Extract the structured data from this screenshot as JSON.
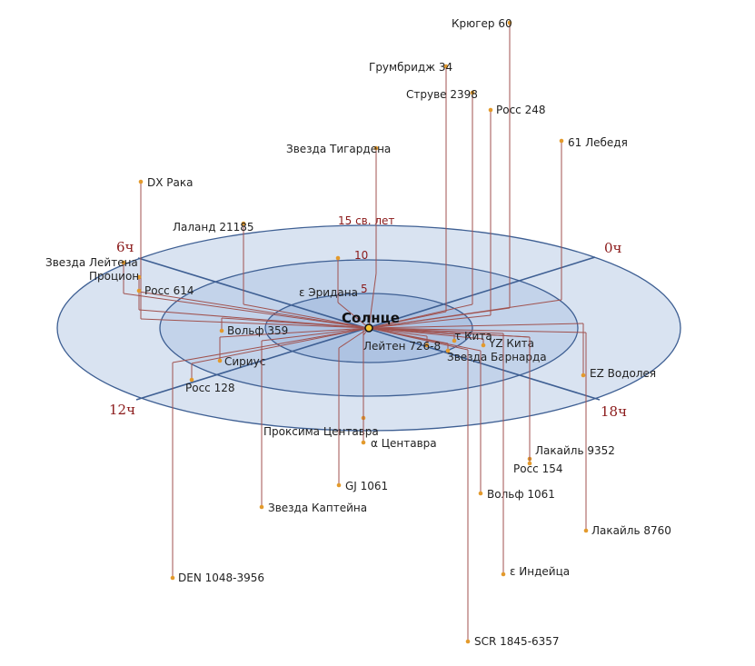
{
  "center_label": "Солнце",
  "ring_labels": [
    "5",
    "10",
    "15 св. лет"
  ],
  "hour_labels": [
    "0ч",
    "6ч",
    "12ч",
    "18ч"
  ],
  "stars": [
    {
      "name": "Крюгер 60"
    },
    {
      "name": "Грумбридж 34"
    },
    {
      "name": "Струве 2398"
    },
    {
      "name": "Росс 248"
    },
    {
      "name": "61 Лебедя"
    },
    {
      "name": "Звезда Тигардена"
    },
    {
      "name": "DX Рака"
    },
    {
      "name": "Лаланд 21185"
    },
    {
      "name": "Звезда Лейтена"
    },
    {
      "name": "Процион"
    },
    {
      "name": "Росс 614"
    },
    {
      "name": "ε Эридана"
    },
    {
      "name": "Вольф 359"
    },
    {
      "name": "Сириус"
    },
    {
      "name": "Росс 128"
    },
    {
      "name": "τ Кита"
    },
    {
      "name": "Лейтен 726-8"
    },
    {
      "name": "YZ Кита"
    },
    {
      "name": "Звезда Барнарда"
    },
    {
      "name": "EZ Водолея"
    },
    {
      "name": "Проксима Центавра"
    },
    {
      "name": "α Центавра"
    },
    {
      "name": "GJ 1061"
    },
    {
      "name": "Звезда Каптейна"
    },
    {
      "name": "Лакайль 9352"
    },
    {
      "name": "Росс 154"
    },
    {
      "name": "Вольф 1061"
    },
    {
      "name": "Лакайль 8760"
    },
    {
      "name": "DEN 1048-3956"
    },
    {
      "name": "ε Индейца"
    },
    {
      "name": "SCR 1845-6357"
    }
  ],
  "colors": {
    "outer_disc": "#d9e3f1",
    "middle_disc": "#c3d3ea",
    "inner_disc": "#aec3e2",
    "ring_stroke": "#3e5f93",
    "drop_line": "#a0524f",
    "star_marker": "#e39a2c",
    "label_red": "#8b1a1a"
  }
}
